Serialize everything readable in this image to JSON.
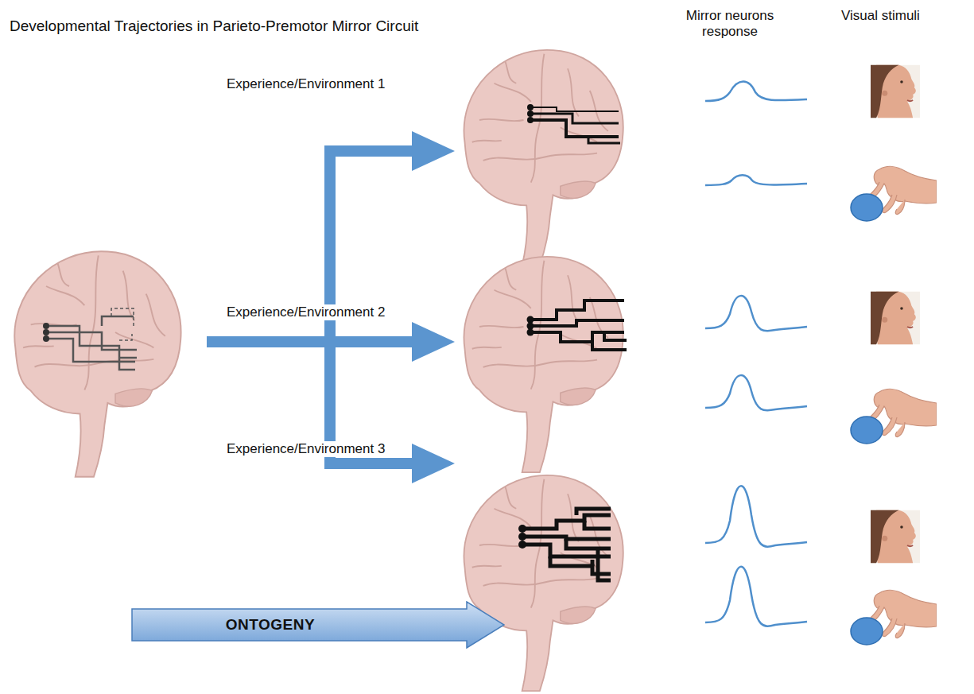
{
  "diagram": {
    "title": "Developmental Trajectories in Parieto-Premotor Mirror Circuit",
    "nodes": [
      {
        "text": [
          "ONTOGENY"
        ]
      }
    ],
    "labels": [
      "Mirror neurons response",
      "Visual stimuli",
      "Experience/Environment 1",
      "Experience/Environment 2",
      "Experience/Environment 3"
    ]
  }
}
